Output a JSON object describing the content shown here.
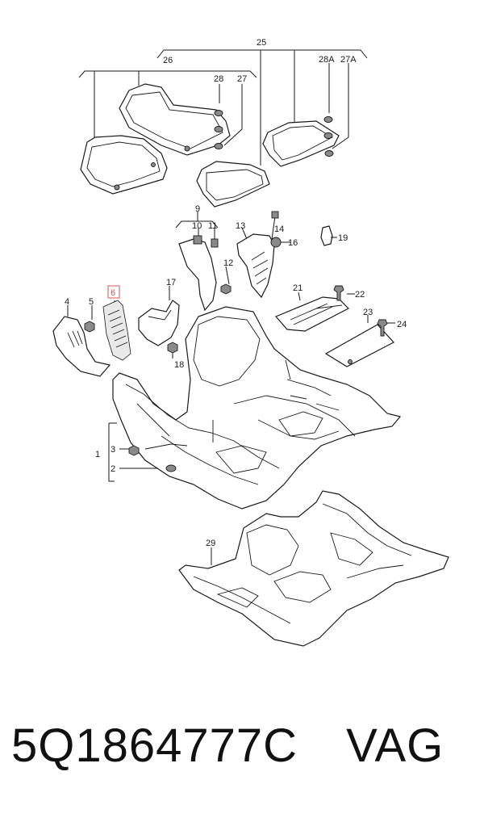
{
  "diagram": {
    "callouts": {
      "c25": "25",
      "c26": "26",
      "c28": "28",
      "c27": "27",
      "c28A": "28A",
      "c27A": "27A",
      "c9": "9",
      "c10": "10",
      "c11": "11",
      "c12": "12",
      "c13": "13",
      "c14": "14",
      "c16": "16",
      "c19": "19",
      "c6": "6",
      "c4": "4",
      "c5": "5",
      "c17": "17",
      "c18": "18",
      "c21": "21",
      "c22": "22",
      "c23": "23",
      "c24": "24",
      "c1": "1",
      "c3": "3",
      "c2": "2",
      "c29": "29"
    },
    "highlighted_callout": "6",
    "highlight_color": "#d9534f"
  },
  "part_number": {
    "code": "5Q1864777C",
    "brand": "VAG"
  }
}
